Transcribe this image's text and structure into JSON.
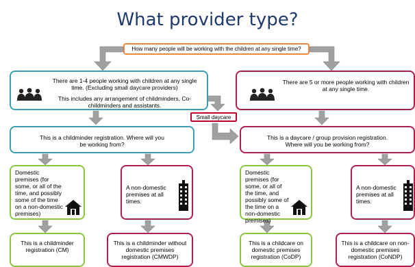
{
  "title": "What provider type?",
  "question": "How many people will be working with the children at any single time?",
  "left_top": {
    "text": "There are 1-4 people working with children at any single time. (Excluding small daycare providers)",
    "note": "This includes any arrangement of childminders, Co-childminders and assistants."
  },
  "right_top": {
    "text": "There are 5 or more people working with children at any single time."
  },
  "small_daycare": "Small daycare",
  "left_mid": "This is a childminder registration. Where will you be working from?",
  "right_mid": "This is a daycare / group provision registration. Where will you be working from?",
  "domestic_text": "Domestic premises (for some, or all of the time, and possibly some of the time on a non-domestic premises)",
  "nondomestic_text": "A non-domestic premises at all times.",
  "results": {
    "cm": "This is a childminder registration (CM)",
    "cmwdp": "This is a childminder without domestic premises registration (CMWDP)",
    "codp": "This is a childcare on domestic premises registration (CoDP)",
    "condp": "This is a childcare on non-domestic premises registration (CoNDP)"
  },
  "colors": {
    "title": "#1f3a6b",
    "teal": "#3a9fb5",
    "crimson": "#b01e4a",
    "green": "#8cc63f",
    "orange": "#f0883e",
    "red": "#c0002a",
    "arrow": "#a0a0a0"
  },
  "icons": [
    "people-group-icon",
    "house-icon",
    "office-building-icon"
  ]
}
